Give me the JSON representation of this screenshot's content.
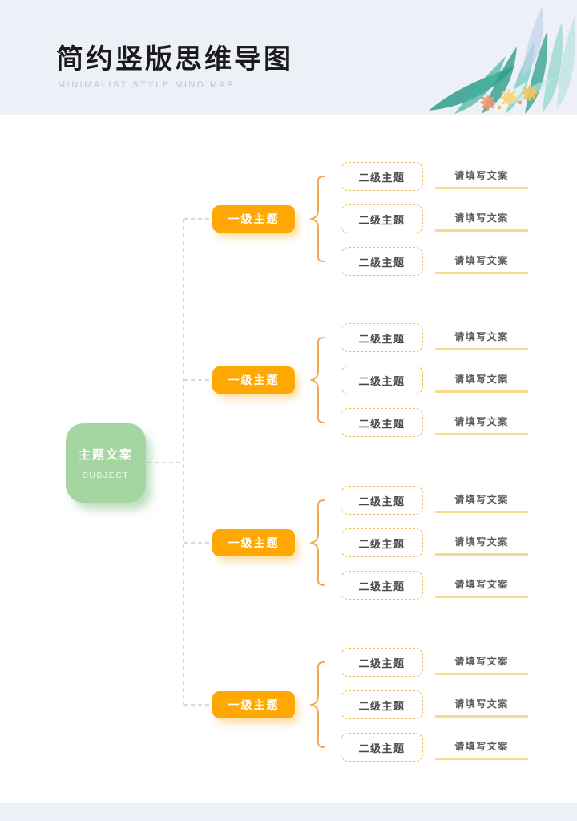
{
  "header": {
    "title": "简约竖版思维导图",
    "subtitle": "MINIMALIST STYLE MIND MAP",
    "decoration": "watercolor-leaves-and-flowers"
  },
  "colors": {
    "page_bg": "#eef0f8",
    "card_bg": "#ffffff",
    "root_fill": "#a5d5a0",
    "branch_fill": "#ffa702",
    "connector_dash": "#b9dcb4",
    "brace": "#f2a64b",
    "level2_dashed_border": "#efb858",
    "note_underline": "#f8da8e",
    "title_text": "#1b1b1b",
    "subtitle_text": "#bfc3cc"
  },
  "mindmap": {
    "root": {
      "label": "主题文案",
      "sublabel": "SUBJECT"
    },
    "groups": [
      {
        "label": "一级主题",
        "children": [
          {
            "label": "二级主题",
            "note": "请填写文案"
          },
          {
            "label": "二级主题",
            "note": "请填写文案"
          },
          {
            "label": "二级主题",
            "note": "请填写文案"
          }
        ]
      },
      {
        "label": "一级主题",
        "children": [
          {
            "label": "二级主题",
            "note": "请填写文案"
          },
          {
            "label": "二级主题",
            "note": "请填写文案"
          },
          {
            "label": "二级主题",
            "note": "请填写文案"
          }
        ]
      },
      {
        "label": "一级主题",
        "children": [
          {
            "label": "二级主题",
            "note": "请填写文案"
          },
          {
            "label": "二级主题",
            "note": "请填写文案"
          },
          {
            "label": "二级主题",
            "note": "请填写文案"
          }
        ]
      },
      {
        "label": "一级主题",
        "children": [
          {
            "label": "二级主题",
            "note": "请填写文案"
          },
          {
            "label": "二级主题",
            "note": "请填写文案"
          },
          {
            "label": "二级主题",
            "note": "请填写文案"
          }
        ]
      }
    ]
  }
}
